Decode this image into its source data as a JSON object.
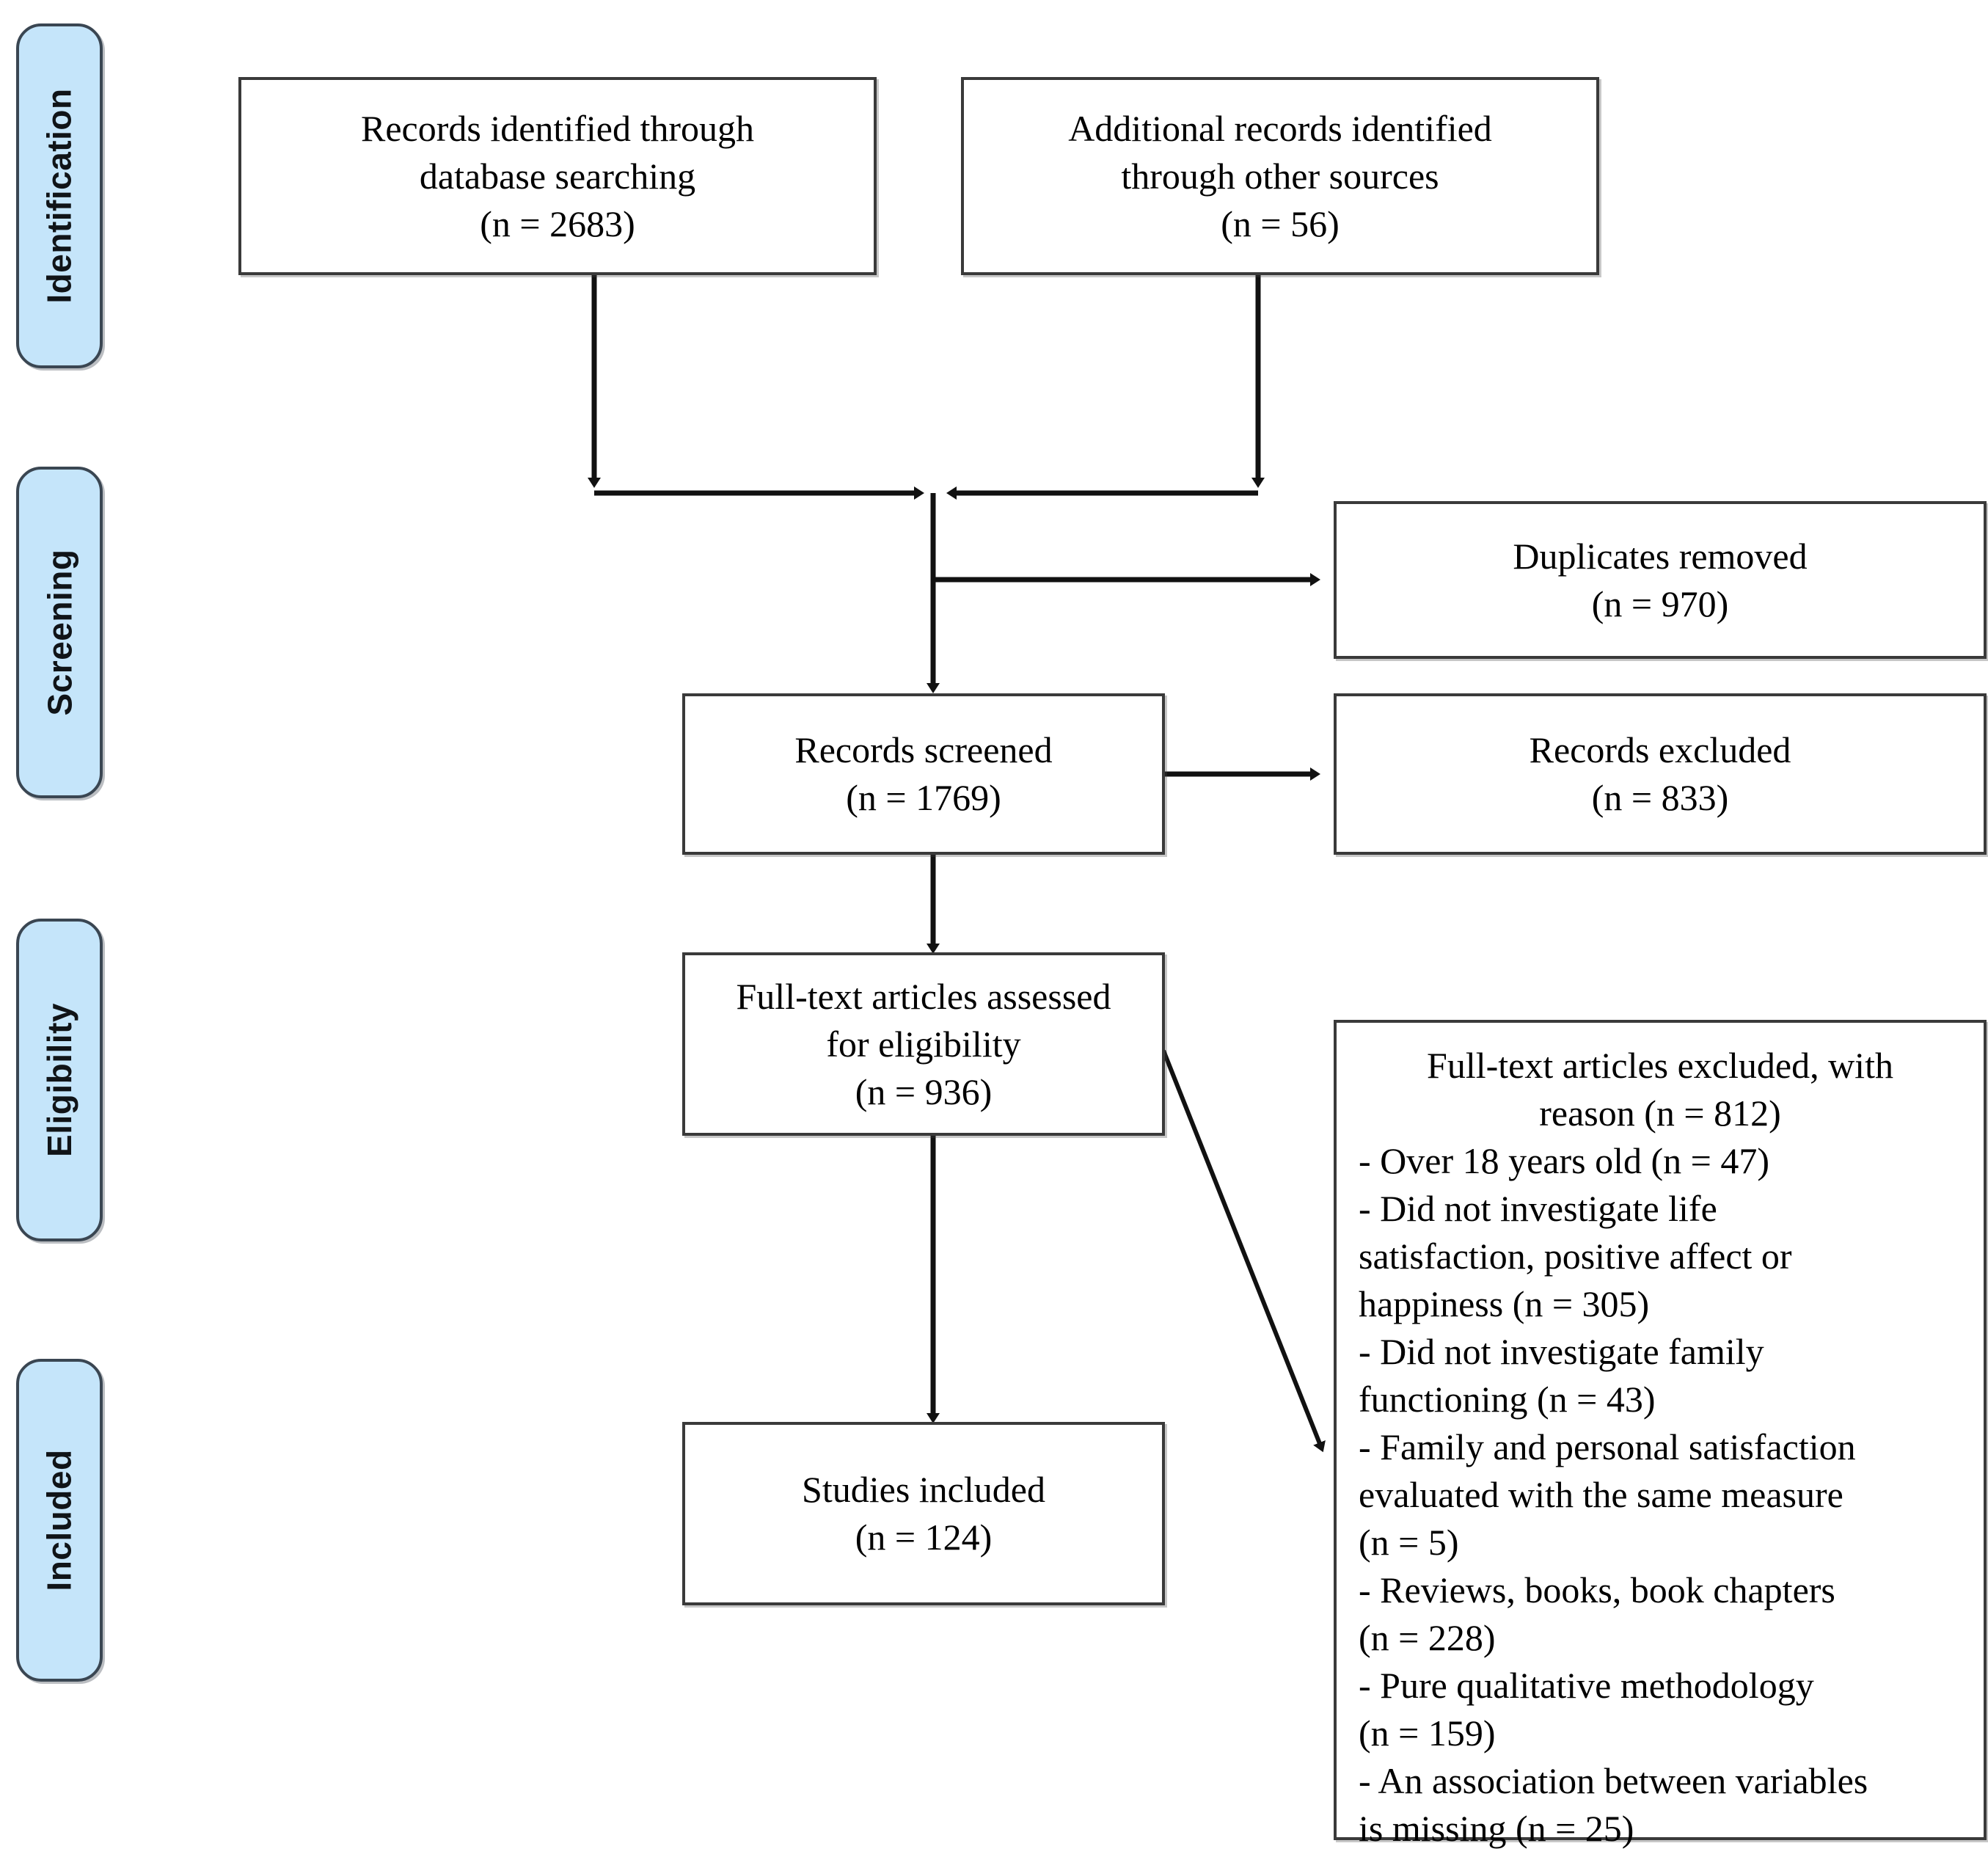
{
  "stages": [
    {
      "id": "identification",
      "label": "Identification"
    },
    {
      "id": "screening",
      "label": "Screening"
    },
    {
      "id": "eligibility",
      "label": "Eligibility"
    },
    {
      "id": "included",
      "label": "Included"
    }
  ],
  "boxes": {
    "database_search": {
      "line1": "Records identified through",
      "line2": "database searching",
      "line3": "(n = 2683)"
    },
    "other_sources": {
      "line1": "Additional records identified",
      "line2": "through other sources",
      "line3": "(n = 56)"
    },
    "duplicates_removed": {
      "line1": "Duplicates removed",
      "line2": "(n = 970)"
    },
    "records_screened": {
      "line1": "Records screened",
      "line2": "(n = 1769)"
    },
    "records_excluded": {
      "line1": "Records excluded",
      "line2": "(n = 833)"
    },
    "fulltext_assessed": {
      "line1": "Full-text articles assessed",
      "line2": "for eligibility",
      "line3": "(n = 936)"
    },
    "studies_included": {
      "line1": "Studies included",
      "line2": "(n = 124)"
    },
    "fulltext_excluded": {
      "head_line1": "Full-text articles excluded, with",
      "head_line2": "reason (n = 812)",
      "reasons": [
        "- Over 18 years old (n = 47)",
        "- Did not investigate life",
        "satisfaction, positive affect or",
        "happiness (n = 305)",
        "- Did not investigate family",
        "functioning (n = 43)",
        "- Family and personal satisfaction",
        "evaluated with the same measure",
        "(n = 5)",
        "- Reviews, books, book chapters",
        "(n = 228)",
        "- Pure qualitative methodology",
        "(n = 159)",
        "- An association between variables",
        "is missing (n = 25)"
      ]
    }
  },
  "chart_data": {
    "type": "diagram",
    "title": "PRISMA flow diagram",
    "nodes": [
      {
        "id": "database_search",
        "stage": "Identification",
        "label": "Records identified through database searching",
        "n": 2683
      },
      {
        "id": "other_sources",
        "stage": "Identification",
        "label": "Additional records identified through other sources",
        "n": 56
      },
      {
        "id": "duplicates_removed",
        "stage": "Screening",
        "label": "Duplicates removed",
        "n": 970
      },
      {
        "id": "records_screened",
        "stage": "Screening",
        "label": "Records screened",
        "n": 1769
      },
      {
        "id": "records_excluded",
        "stage": "Screening",
        "label": "Records excluded",
        "n": 833
      },
      {
        "id": "fulltext_assessed",
        "stage": "Eligibility",
        "label": "Full-text articles assessed for eligibility",
        "n": 936
      },
      {
        "id": "fulltext_excluded",
        "stage": "Eligibility",
        "label": "Full-text articles excluded, with reason",
        "n": 812
      },
      {
        "id": "studies_included",
        "stage": "Included",
        "label": "Studies included",
        "n": 124
      }
    ],
    "edges": [
      {
        "from": "database_search",
        "to": "merge"
      },
      {
        "from": "other_sources",
        "to": "merge"
      },
      {
        "from": "merge",
        "to": "duplicates_removed"
      },
      {
        "from": "merge",
        "to": "records_screened"
      },
      {
        "from": "records_screened",
        "to": "records_excluded"
      },
      {
        "from": "records_screened",
        "to": "fulltext_assessed"
      },
      {
        "from": "fulltext_assessed",
        "to": "fulltext_excluded"
      },
      {
        "from": "fulltext_assessed",
        "to": "studies_included"
      }
    ],
    "exclusion_reasons": [
      {
        "reason": "Over 18 years old",
        "n": 47
      },
      {
        "reason": "Did not investigate life satisfaction, positive affect or happiness",
        "n": 305
      },
      {
        "reason": "Did not investigate family functioning",
        "n": 43
      },
      {
        "reason": "Family and personal satisfaction evaluated with the same measure",
        "n": 5
      },
      {
        "reason": "Reviews, books, book chapters",
        "n": 228
      },
      {
        "reason": "Pure qualitative methodology",
        "n": 159
      },
      {
        "reason": "An association between variables is missing",
        "n": 25
      }
    ]
  },
  "colors": {
    "stage_fill": "#c5e5fa",
    "stage_border": "#3a4652",
    "box_border": "#3a3a3a",
    "connector": "#111111"
  }
}
